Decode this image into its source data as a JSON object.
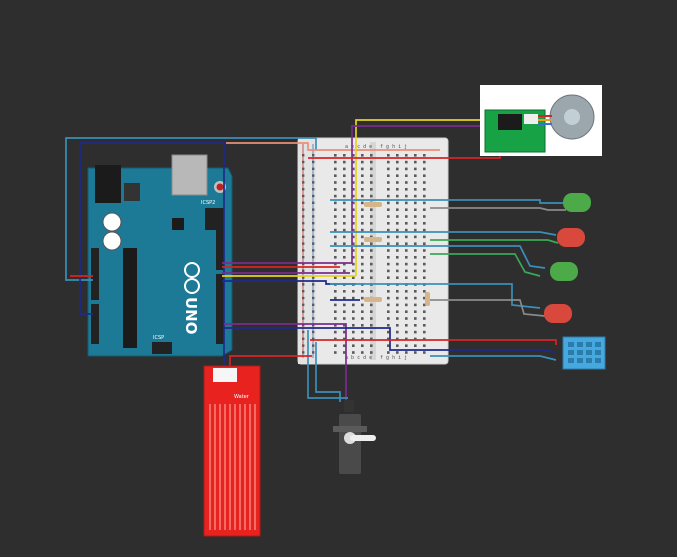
{
  "colors": {
    "background": "#2e2e2e",
    "arduino_board": "#1d7a97",
    "breadboard": "#ececec",
    "water_sensor": "#e8231f",
    "dht_sensor": "#45a9e0",
    "led_green": "#4caa48",
    "led_red": "#d9483c",
    "motor_driver": "#17a246",
    "stepper_motor": "#9ca7ad",
    "servo": "#4a4a4a",
    "wire_red": "#d62525",
    "wire_blue": "#3b8fb8",
    "wire_navy": "#1e2a8a",
    "wire_purple": "#7b2c8c",
    "wire_yellow": "#e6d320",
    "wire_orange": "#e9907b",
    "wire_green": "#3aa855",
    "wire_gray": "#8a8a8a"
  },
  "arduino": {
    "model": "UNO",
    "icsp_label": "ICSP",
    "icsp2_label": "ICSP2"
  },
  "breadboard": {
    "column_letters_top": [
      "a",
      "b",
      "c",
      "d",
      "e",
      "f",
      "g",
      "h",
      "i",
      "j"
    ],
    "column_letters_bottom": [
      "a",
      "b",
      "c",
      "d",
      "e",
      "f",
      "g",
      "h",
      "i",
      "j"
    ]
  },
  "water_sensor": {
    "label": "Water"
  },
  "components": [
    {
      "id": "led-1",
      "type": "led",
      "color": "green"
    },
    {
      "id": "led-2",
      "type": "led",
      "color": "red"
    },
    {
      "id": "led-3",
      "type": "led",
      "color": "green"
    },
    {
      "id": "led-4",
      "type": "led",
      "color": "red"
    },
    {
      "id": "dht-sensor",
      "type": "temperature-humidity-sensor"
    },
    {
      "id": "stepper",
      "type": "stepper-motor"
    },
    {
      "id": "driver",
      "type": "stepper-driver"
    },
    {
      "id": "servo",
      "type": "servo-motor"
    },
    {
      "id": "water",
      "type": "water-level-sensor"
    },
    {
      "id": "resistors",
      "type": "resistor",
      "count": 4
    }
  ]
}
